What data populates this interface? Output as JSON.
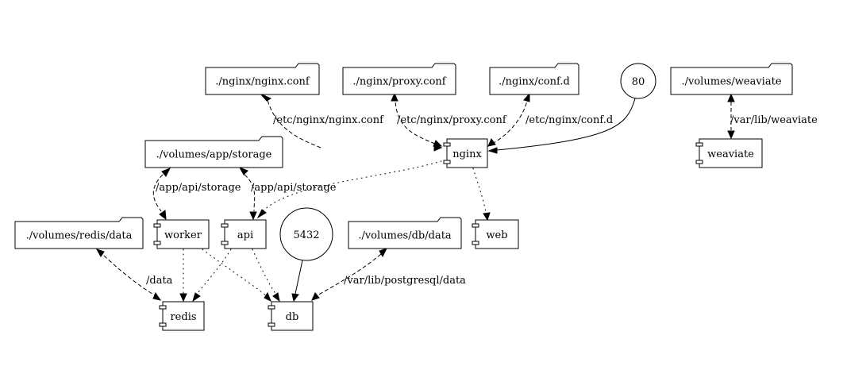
{
  "diagram": {
    "type": "docker-compose dependency graph",
    "nodes": {
      "vol_nginx_conf": {
        "label": "./nginx/nginx.conf",
        "kind": "folder"
      },
      "vol_proxy_conf": {
        "label": "./nginx/proxy.conf",
        "kind": "folder"
      },
      "vol_conf_d": {
        "label": "./nginx/conf.d",
        "kind": "folder"
      },
      "port_80": {
        "label": "80",
        "kind": "port"
      },
      "vol_weaviate": {
        "label": "./volumes/weaviate",
        "kind": "folder"
      },
      "nginx": {
        "label": "nginx",
        "kind": "component"
      },
      "weaviate": {
        "label": "weaviate",
        "kind": "component"
      },
      "vol_app_storage": {
        "label": "./volumes/app/storage",
        "kind": "folder"
      },
      "vol_redis_data": {
        "label": "./volumes/redis/data",
        "kind": "folder"
      },
      "worker": {
        "label": "worker",
        "kind": "component"
      },
      "api": {
        "label": "api",
        "kind": "component"
      },
      "port_5432": {
        "label": "5432",
        "kind": "port"
      },
      "vol_db_data": {
        "label": "./volumes/db/data",
        "kind": "folder"
      },
      "web": {
        "label": "web",
        "kind": "component"
      },
      "redis": {
        "label": "redis",
        "kind": "component"
      },
      "db": {
        "label": "db",
        "kind": "component"
      }
    },
    "edges": [
      {
        "from": "vol_nginx_conf",
        "to": "nginx",
        "label": "/etc/nginx/nginx.conf",
        "style": "dashed",
        "direction": "both"
      },
      {
        "from": "vol_proxy_conf",
        "to": "nginx",
        "label": "/etc/nginx/proxy.conf",
        "style": "dashed",
        "direction": "both"
      },
      {
        "from": "vol_conf_d",
        "to": "nginx",
        "label": "/etc/nginx/conf.d",
        "style": "dashed",
        "direction": "both"
      },
      {
        "from": "port_80",
        "to": "nginx",
        "label": "",
        "style": "solid",
        "direction": "forward"
      },
      {
        "from": "vol_weaviate",
        "to": "weaviate",
        "label": "/var/lib/weaviate",
        "style": "dashed",
        "direction": "both"
      },
      {
        "from": "vol_app_storage",
        "to": "worker",
        "label": "/app/api/storage",
        "style": "dashed",
        "direction": "both"
      },
      {
        "from": "vol_app_storage",
        "to": "api",
        "label": "/app/api/storage",
        "style": "dashed",
        "direction": "both"
      },
      {
        "from": "nginx",
        "to": "api",
        "label": "",
        "style": "dotted",
        "direction": "forward"
      },
      {
        "from": "nginx",
        "to": "web",
        "label": "",
        "style": "dotted",
        "direction": "forward"
      },
      {
        "from": "vol_redis_data",
        "to": "redis",
        "label": "/data",
        "style": "dashed",
        "direction": "both"
      },
      {
        "from": "worker",
        "to": "redis",
        "label": "",
        "style": "dotted",
        "direction": "forward"
      },
      {
        "from": "worker",
        "to": "db",
        "label": "",
        "style": "dotted",
        "direction": "forward"
      },
      {
        "from": "api",
        "to": "redis",
        "label": "",
        "style": "dotted",
        "direction": "forward"
      },
      {
        "from": "api",
        "to": "db",
        "label": "",
        "style": "dotted",
        "direction": "forward"
      },
      {
        "from": "port_5432",
        "to": "db",
        "label": "",
        "style": "solid",
        "direction": "forward"
      },
      {
        "from": "vol_db_data",
        "to": "db",
        "label": "/var/lib/postgresql/data",
        "style": "dashed",
        "direction": "both"
      }
    ]
  }
}
